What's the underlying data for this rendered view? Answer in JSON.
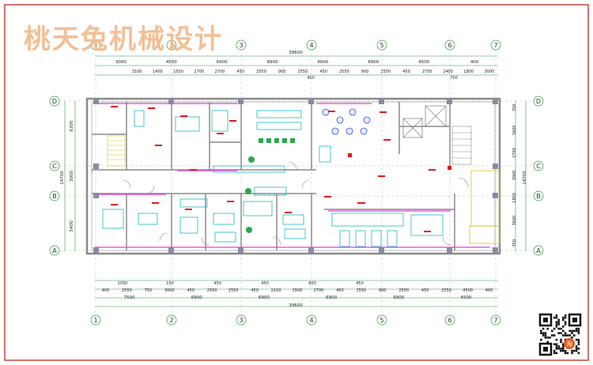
{
  "title": "桃天兔机械设计",
  "colors": {
    "border": "#c0392b",
    "dim": "#2e9e3e",
    "wall": "#8a8a8a",
    "magenta": "#e53dd6",
    "cyan": "#19b8c9",
    "red": "#e01818",
    "blue": "#3050d8",
    "yellow": "#d8c020",
    "axis": "#2e9e3e"
  },
  "axes": {
    "columns": [
      "1",
      "2",
      "3",
      "4",
      "5",
      "6",
      "7"
    ],
    "rows": [
      "D",
      "C",
      "B",
      "A"
    ]
  },
  "dims": {
    "top_overall": "39600",
    "top_level1": [
      "3000",
      "4500",
      "6900",
      "6900",
      "6900",
      "6900",
      "4500",
      "400"
    ],
    "top_level2": [
      "3100",
      "1400",
      "1500",
      "2700",
      "2700",
      "450",
      "2550",
      "900",
      "2550",
      "450",
      "2550",
      "900",
      "2550",
      "450",
      "2700",
      "2400",
      "1800",
      "3000"
    ],
    "top_extra": [
      "450",
      "700"
    ],
    "bottom_level2": [
      "1050",
      "150",
      "450",
      "450",
      "600",
      "450"
    ],
    "bottom_level1": [
      "400",
      "2550",
      "750",
      "3000",
      "450",
      "2550",
      "2550",
      "450",
      "2100",
      "1500",
      "2700",
      "450",
      "2550",
      "900",
      "2550",
      "450",
      "2550",
      "4500",
      "400"
    ],
    "bottom_level0": [
      "7500",
      "6900",
      "6900",
      "6900",
      "6900",
      "4500"
    ],
    "bottom_overall": "39600",
    "left_outer": "14700",
    "left_inner": [
      "6300",
      "3000",
      "5400"
    ],
    "right_inner": [
      "350",
      "3600",
      "2700",
      "3000",
      "1800",
      "3600",
      "350"
    ],
    "right_outer": "14700"
  },
  "qr_label": "淘"
}
